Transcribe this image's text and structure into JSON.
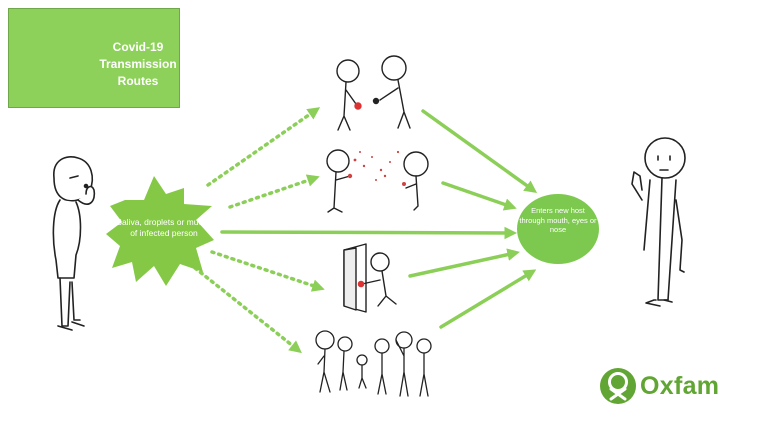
{
  "title_box": {
    "text": "Covid-19\nTransmission\nRoutes",
    "color": "#8ed15a",
    "virus_color": "#e4825e"
  },
  "source": {
    "label": "Saliva, droplets or mucus of infected person",
    "color": "#85c846"
  },
  "destination": {
    "label": "Enters new host through mouth,  eyes or nose",
    "color": "#7dc94f"
  },
  "routes": [
    {
      "name": "hand-to-hand contact",
      "icon": "handshake-figures"
    },
    {
      "name": "airborne droplets",
      "icon": "sneezing-figures"
    },
    {
      "name": "direct",
      "icon": "none"
    },
    {
      "name": "contaminated surfaces",
      "icon": "door-handle-figure"
    },
    {
      "name": "crowds",
      "icon": "group-figures"
    }
  ],
  "brand": {
    "name": "Oxfam",
    "color": "#61a534"
  },
  "arrow_color": "#8ccf58"
}
